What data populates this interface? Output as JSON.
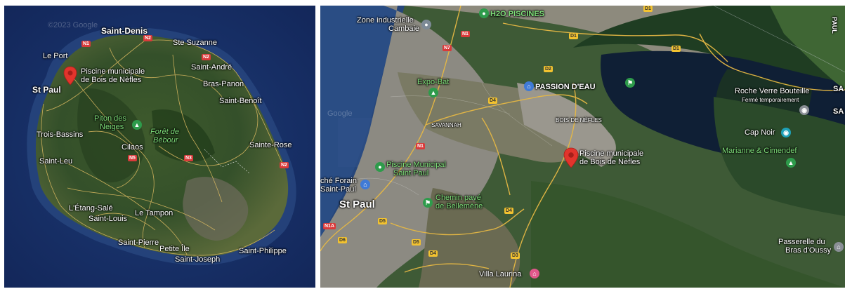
{
  "left_map": {
    "watermark": "©2023 Google",
    "cities": [
      {
        "id": "saint-denis",
        "text": "Saint-Denis"
      },
      {
        "id": "ste-suzanne",
        "text": "Ste Suzanne"
      },
      {
        "id": "le-port",
        "text": "Le Port"
      },
      {
        "id": "saint-andre",
        "text": "Saint-André"
      },
      {
        "id": "bras-panon",
        "text": "Bras-Panon"
      },
      {
        "id": "st-paul",
        "text": "St Paul"
      },
      {
        "id": "saint-benoit",
        "text": "Saint-Benoît"
      },
      {
        "id": "trois-bassins",
        "text": "Trois-Bassins"
      },
      {
        "id": "cilaos",
        "text": "Cilaos"
      },
      {
        "id": "sainte-rose",
        "text": "Sainte-Rose"
      },
      {
        "id": "saint-leu",
        "text": "Saint-Leu"
      },
      {
        "id": "etang-sale",
        "text": "L'Étang-Salé"
      },
      {
        "id": "le-tampon",
        "text": "Le Tampon"
      },
      {
        "id": "saint-louis",
        "text": "Saint-Louis"
      },
      {
        "id": "saint-pierre",
        "text": "Saint-Pierre"
      },
      {
        "id": "petite-ile",
        "text": "Petite Île"
      },
      {
        "id": "saint-philippe",
        "text": "Saint-Philippe"
      },
      {
        "id": "saint-joseph",
        "text": "Saint-Joseph"
      }
    ],
    "poi_piton": [
      "Piton des",
      "Neiges"
    ],
    "forest": [
      "Forêt de",
      "Bébour"
    ],
    "pin_label": [
      "Piscine municipale",
      "de Bois de Nèfles"
    ],
    "shields": [
      {
        "id": "n1",
        "text": "N1",
        "type": "n"
      },
      {
        "id": "n2a",
        "text": "N2",
        "type": "n"
      },
      {
        "id": "n2b",
        "text": "N2",
        "type": "n"
      },
      {
        "id": "n2c",
        "text": "N2",
        "type": "n"
      },
      {
        "id": "n5",
        "text": "N5",
        "type": "n"
      },
      {
        "id": "n3",
        "text": "N3",
        "type": "n"
      }
    ]
  },
  "right_map": {
    "labels": {
      "zone": [
        "Zone industrielle",
        "Cambaie"
      ],
      "h2o": "H2O PISCINES",
      "expo": [
        "Expo-Bat"
      ],
      "passion": "PASSION D'EAU",
      "savannah": "SAVANNAH",
      "bois": "BOIS DE NÈFLES",
      "roche": "Roche Verre Bouteille",
      "roche_status": "Fermé temporairement",
      "capnoir": "Cap Noir",
      "marianne": "Marianne & Cimendef",
      "pin": [
        "Piscine municipale",
        "de Bois de Nèfles"
      ],
      "piscine_sp": [
        "Piscine Municipal",
        "Saint Paul"
      ],
      "forain": [
        "ché Forain",
        "Saint-Paul"
      ],
      "stpaul": "St Paul",
      "chemin": [
        "Chemin pavé",
        "de Bellemène"
      ],
      "passerelle": [
        "Passerelle du",
        "Bras d'Oussy"
      ],
      "villa": "Villa Laurina",
      "edge_top": "PAUL",
      "edge_sa1": "SA",
      "edge_sa2": "SA",
      "watermark": "Google"
    },
    "shields": [
      {
        "id": "rd1a",
        "text": "D1",
        "type": "d"
      },
      {
        "id": "rd1b",
        "text": "D1",
        "type": "d"
      },
      {
        "id": "rd1c",
        "text": "D1",
        "type": "d"
      },
      {
        "id": "rn1a",
        "text": "N1",
        "type": "n"
      },
      {
        "id": "rn7",
        "text": "N7",
        "type": "n"
      },
      {
        "id": "rd2",
        "text": "D2",
        "type": "d"
      },
      {
        "id": "rd4a",
        "text": "D4",
        "type": "d"
      },
      {
        "id": "rn1b",
        "text": "N1",
        "type": "n"
      },
      {
        "id": "rd4b",
        "text": "D4",
        "type": "d"
      },
      {
        "id": "rn1a2",
        "text": "N1A",
        "type": "n"
      },
      {
        "id": "rd5",
        "text": "D5",
        "type": "d"
      },
      {
        "id": "rd6",
        "text": "D6",
        "type": "d"
      },
      {
        "id": "rd5b",
        "text": "D5",
        "type": "d"
      },
      {
        "id": "rd4c",
        "text": "D4",
        "type": "d"
      },
      {
        "id": "rd3",
        "text": "D3",
        "type": "d"
      }
    ]
  }
}
